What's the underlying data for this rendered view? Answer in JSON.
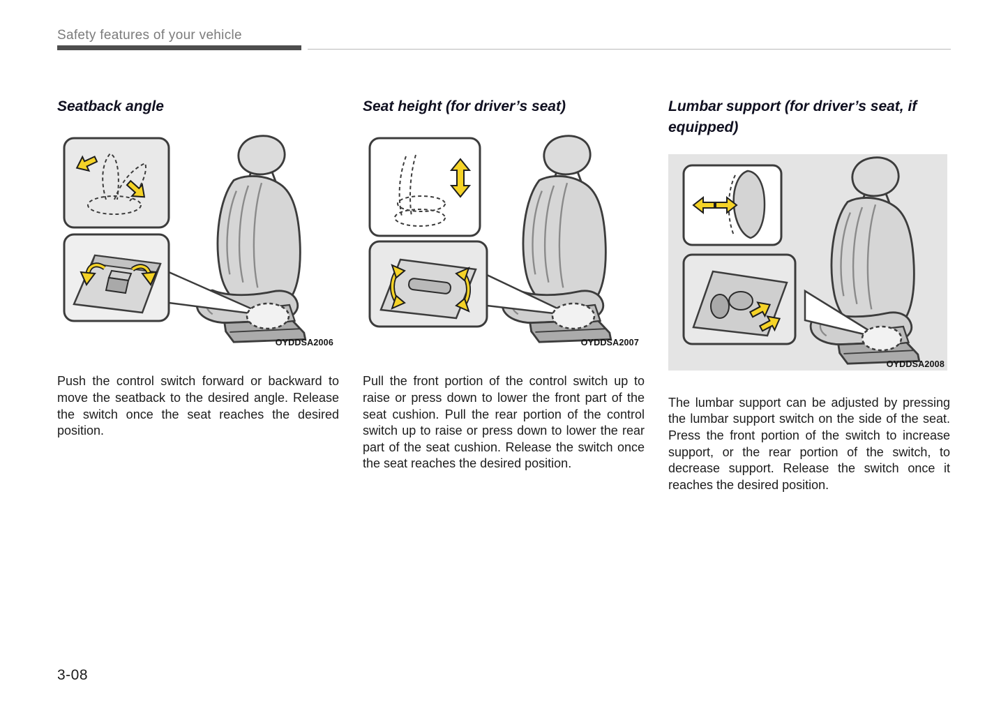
{
  "page": {
    "header": "Safety features of your vehicle",
    "page_number": "3-08"
  },
  "colors": {
    "arrow_yellow": "#f5d327",
    "header_bar": "#4e4e4e"
  },
  "columns": [
    {
      "heading": "Seatback angle",
      "image_code": "OYDDSA2006",
      "body": "Push the control switch forward or backward to move the seatback to the desired angle. Release the switch once the seat reaches the desired position."
    },
    {
      "heading": "Seat height (for driver’s seat)",
      "image_code": "OYDDSA2007",
      "body": "Pull the front portion of the control switch up to raise or press down to lower the front part of the seat cushion. Pull the rear portion of the control switch up to raise or press down to lower the rear part of the seat cushion. Release the switch once the seat reaches the desired position."
    },
    {
      "heading": "Lumbar support (for driver’s seat, if equipped)",
      "image_code": "OYDDSA2008",
      "body": "The lumbar support can be adjusted by pressing the lumbar support switch on the side of the seat. Press the front portion of the switch to increase support, or the rear portion of the switch, to decrease support. Release the switch once it reaches the desired position."
    }
  ]
}
